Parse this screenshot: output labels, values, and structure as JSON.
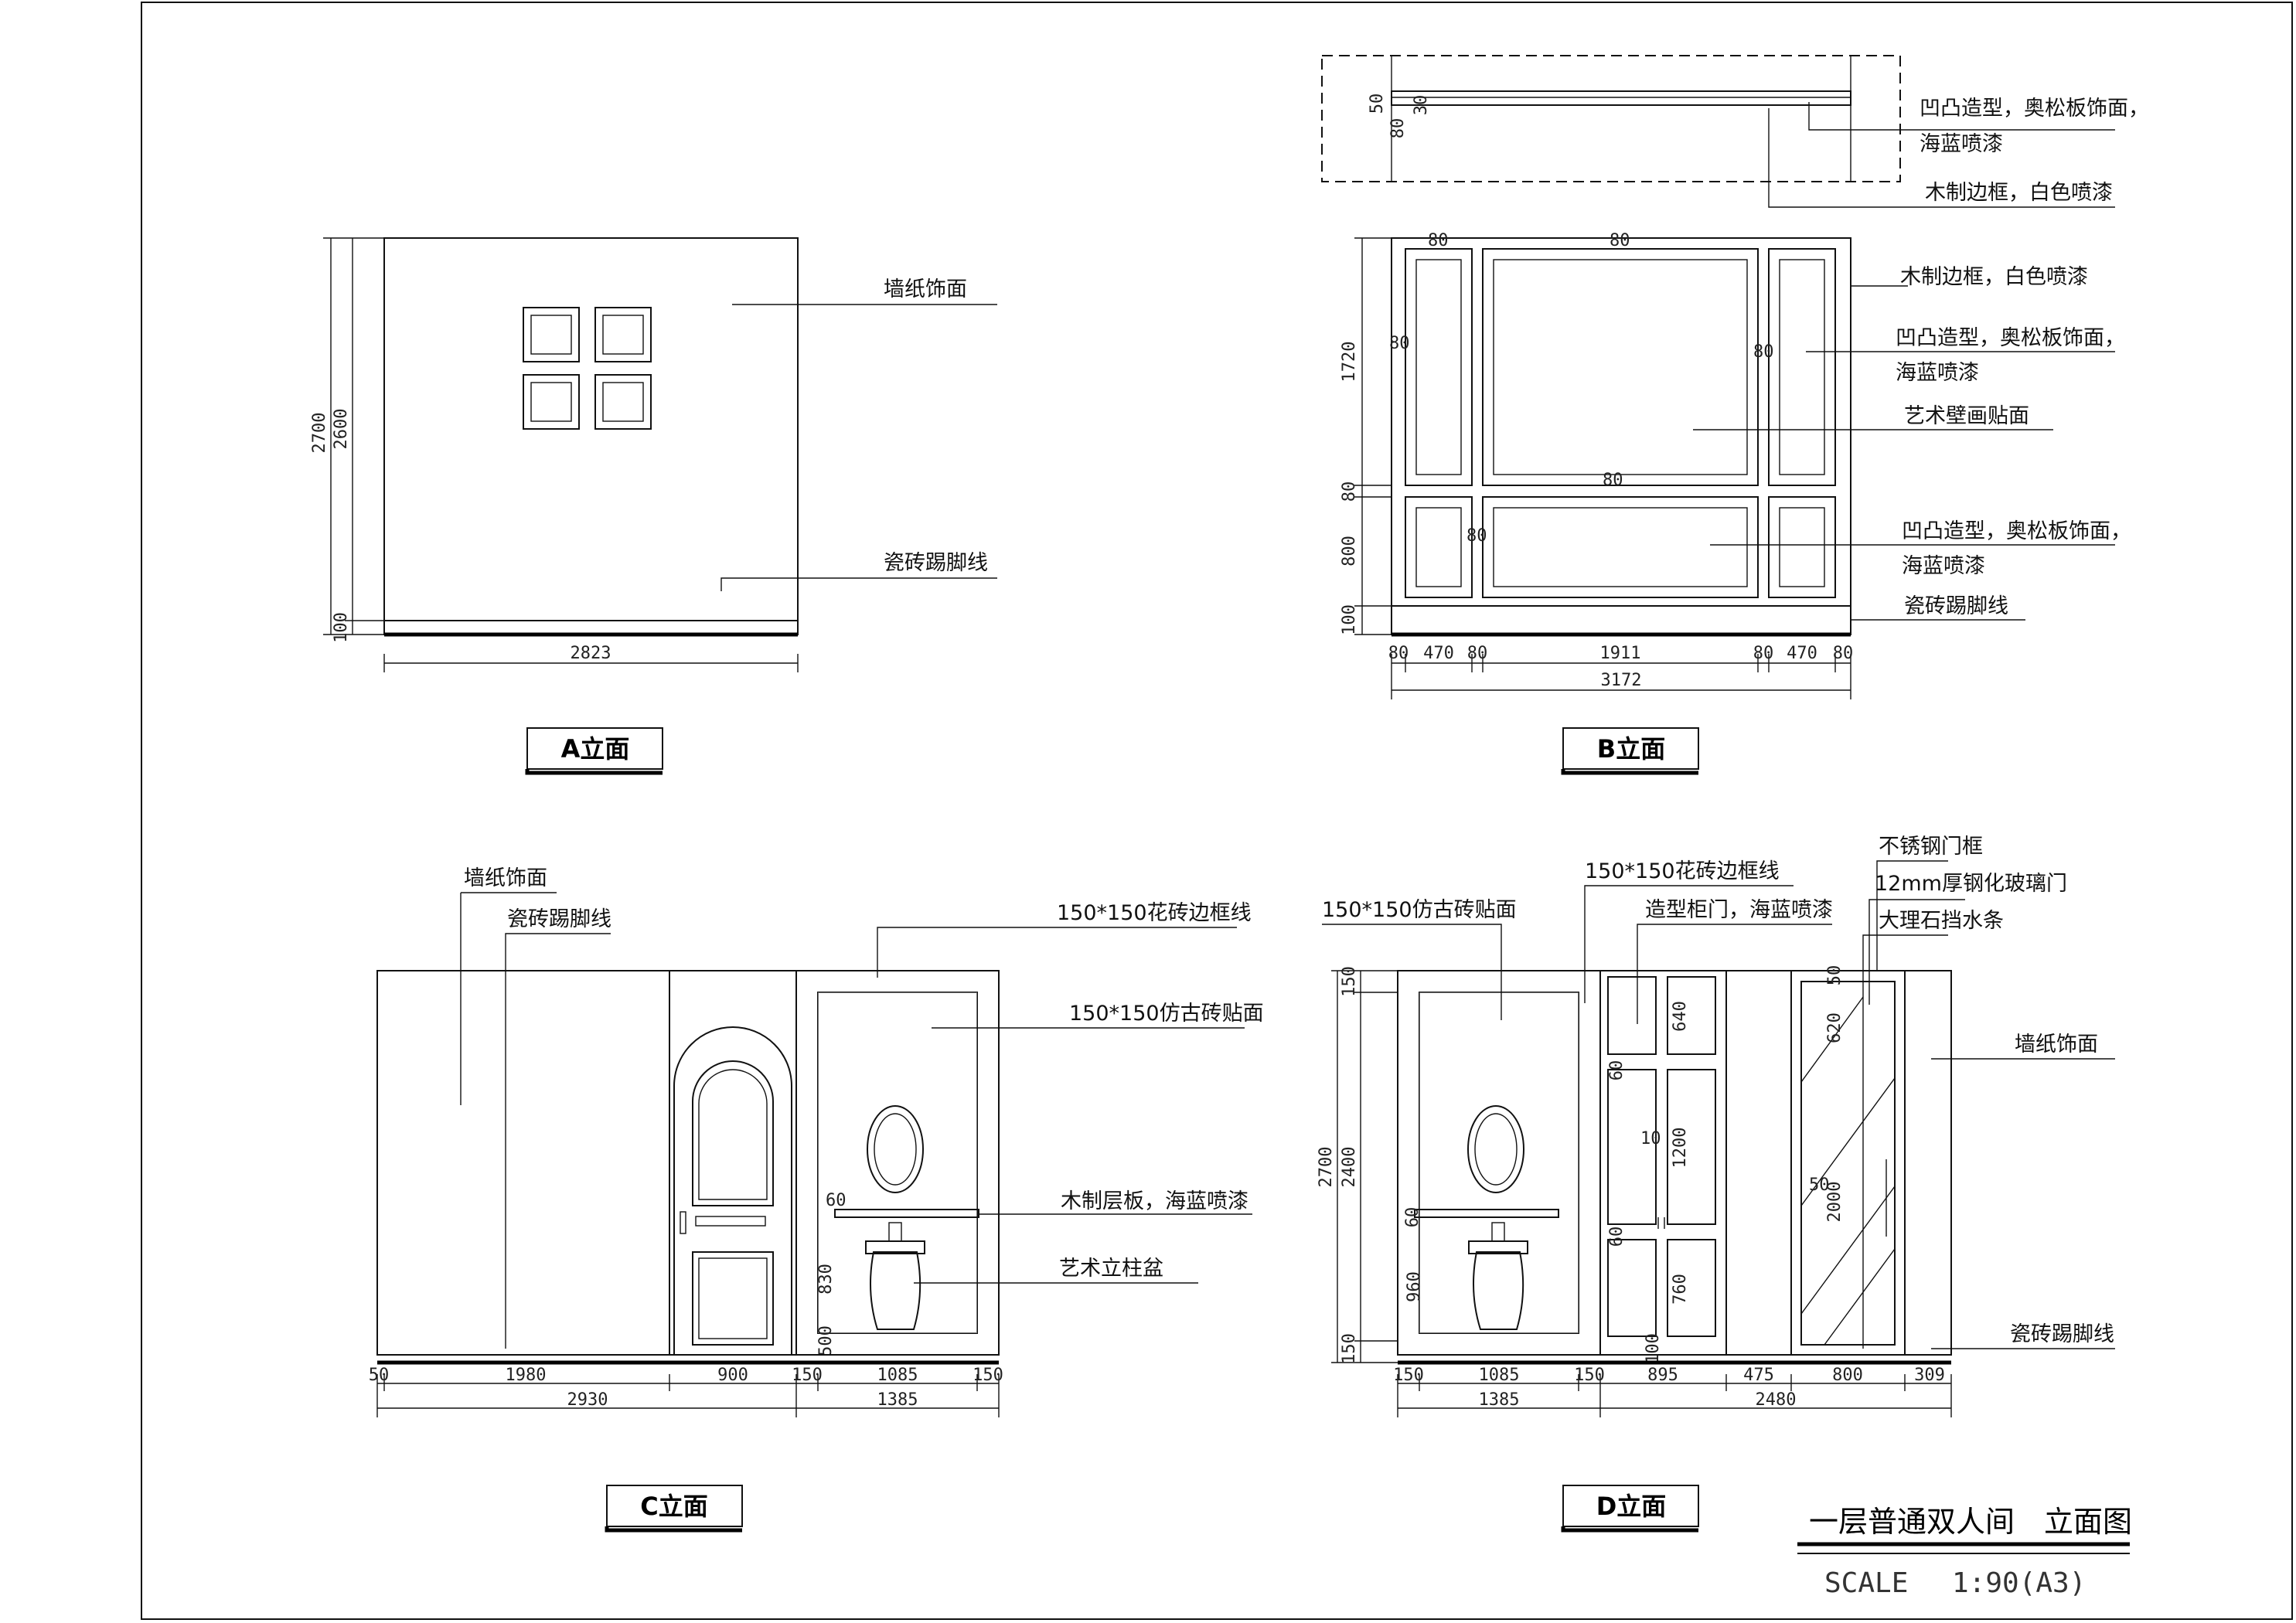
{
  "sheet": {
    "title": "一层普通双人间　立面图",
    "scale_label": "SCALE",
    "scale_value": "1:90(A3)"
  },
  "elevations": {
    "A": {
      "title": "A立面",
      "labels": [
        "墙纸饰面",
        "瓷砖踢脚线"
      ],
      "dims": {
        "width": "2823",
        "h_total": "2700",
        "h_wall": "2600",
        "h_base": "100"
      }
    },
    "B": {
      "title": "B立面",
      "labels": [
        "凹凸造型，奥松板饰面，",
        "海蓝喷漆",
        "木制边框，白色喷漆",
        "木制边框，白色喷漆",
        "凹凸造型，奥松板饰面，",
        "海蓝喷漆",
        "艺术壁画贴面",
        "凹凸造型，奥松板饰面，",
        "海蓝喷漆",
        "瓷砖踢脚线"
      ],
      "dims": {
        "bottom": [
          "80",
          "470",
          "80",
          "1911",
          "80",
          "470",
          "80"
        ],
        "total": "3172",
        "left": [
          "1720",
          "80",
          "800",
          "100"
        ],
        "inner": [
          "80",
          "80",
          "80",
          "80",
          "80",
          "80",
          "50",
          "80",
          "30"
        ]
      }
    },
    "C": {
      "title": "C立面",
      "labels": [
        "墙纸饰面",
        "瓷砖踢脚线",
        "150*150花砖边框线",
        "150*150仿古砖贴面",
        "木制层板，海蓝喷漆",
        "艺术立柱盆"
      ],
      "dims": {
        "bottom": [
          "50",
          "1980",
          "900",
          "150",
          "1085",
          "150"
        ],
        "totals": [
          "2930",
          "1385"
        ],
        "inner": [
          "830",
          "60",
          "500"
        ]
      }
    },
    "D": {
      "title": "D立面",
      "labels": [
        "150*150仿古砖贴面",
        "150*150花砖边框线",
        "造型柜门，海蓝喷漆",
        "不锈钢门框",
        "12mm厚钢化玻璃门",
        "大理石挡水条",
        "墙纸饰面",
        "瓷砖踢脚线"
      ],
      "dims": {
        "bottom": [
          "150",
          "1085",
          "150",
          "895",
          "475",
          "800",
          "309"
        ],
        "totals": [
          "1385",
          "2480"
        ],
        "left": [
          "2700",
          "2400",
          "150",
          "150"
        ],
        "inner": [
          "640",
          "1200",
          "760",
          "60",
          "10",
          "60",
          "100",
          "620",
          "50",
          "2000",
          "50",
          "960",
          "60"
        ]
      }
    }
  }
}
